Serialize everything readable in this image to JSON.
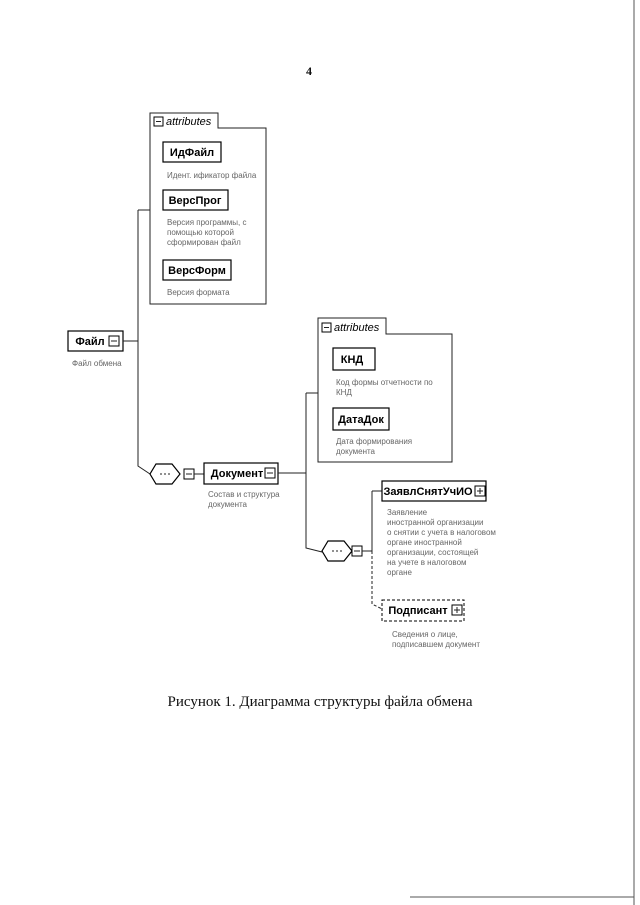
{
  "page": {
    "number": "4"
  },
  "diagram": {
    "attr_group_1": {
      "label": "attributes",
      "items": [
        {
          "name": "ИдФайл",
          "desc": [
            "Идент. ификатор файла"
          ]
        },
        {
          "name": "ВерсПрог",
          "desc": [
            "Версия программы, с",
            "помощью которой",
            "сформирован файл"
          ]
        },
        {
          "name": "ВерсФорм",
          "desc": [
            "Версия формата"
          ]
        }
      ]
    },
    "root": {
      "name": "Файл",
      "desc": "Файл обмена"
    },
    "attr_group_2": {
      "label": "attributes",
      "items": [
        {
          "name": "КНД",
          "desc": [
            "Код формы отчетности по",
            "КНД"
          ]
        },
        {
          "name": "ДатаДок",
          "desc": [
            "Дата формирования",
            "документа"
          ]
        }
      ]
    },
    "document": {
      "name": "Документ",
      "desc": [
        "Состав и структура",
        "документа"
      ]
    },
    "children": [
      {
        "name": "ЗаявлСнятУчИО",
        "desc": [
          "Заявление",
          "иностранной организации",
          "о снятии с учета в налоговом",
          "органе иностранной",
          "организации, состоящей",
          "на учете в налоговом",
          "органе"
        ]
      },
      {
        "name": "Подписант",
        "desc": [
          "Сведения о лице,",
          "подписавшем документ"
        ]
      }
    ]
  },
  "caption": "Рисунок 1. Диаграмма структуры файла обмена"
}
